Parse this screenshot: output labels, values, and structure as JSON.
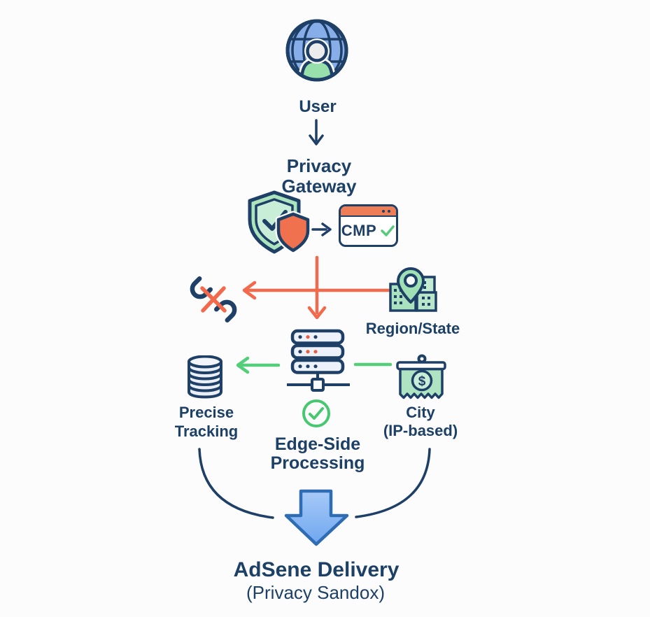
{
  "nodes": {
    "user": {
      "label": "User"
    },
    "privacy_gateway": {
      "line1": "Privacy",
      "line2": "Gateway"
    },
    "cmp": {
      "label": "CMP"
    },
    "region_state": {
      "label": "Region/State"
    },
    "precise_tracking": {
      "line1": "Precise",
      "line2": "Tracking"
    },
    "edge_processing": {
      "line1": "Edge-Side",
      "line2": "Processing"
    },
    "city_ip": {
      "line1": "City",
      "line2": "(IP-based)",
      "currency": "$"
    },
    "delivery": {
      "line1": "AdSene Delivery",
      "line2": "(Privacy Sandox)"
    }
  },
  "edges": [
    {
      "from": "User",
      "to": "Privacy Gateway",
      "color": "navy",
      "arrow": true
    },
    {
      "from": "Shields",
      "to": "CMP",
      "color": "navy",
      "arrow": true
    },
    {
      "from": "Privacy Gateway",
      "to": "Edge-Side Processing",
      "color": "red_orange",
      "arrow": true
    },
    {
      "from": "Region/State",
      "to": "Broken link (blocked)",
      "color": "red_orange",
      "arrow": true
    },
    {
      "from": "Edge-Side Processing",
      "to": "Precise Tracking",
      "color": "green",
      "arrow": true
    },
    {
      "from": "City (IP-based)",
      "to": "Edge-Side Processing",
      "color": "green",
      "arrow": false
    },
    {
      "from": "Precise Tracking",
      "to": "AdSene Delivery",
      "color": "navy",
      "arrow": false,
      "style": "curve"
    },
    {
      "from": "City (IP-based)",
      "to": "AdSene Delivery",
      "color": "navy",
      "arrow": false,
      "style": "curve"
    },
    {
      "from": "Edge-Side Processing",
      "to": "AdSene Delivery",
      "color": "blue",
      "arrow": true,
      "style": "big-arrow"
    }
  ],
  "icons": {
    "globe-user-icon": "blue globe with person silhouette",
    "shield-check-icon": "green shield with checkmark",
    "orange-shield-icon": "small orange shield",
    "browser-window-icon": "browser window with orange title bar and CMP label",
    "cmp-check-icon": "green checkmark",
    "broken-link-icon": "broken chain links crossed by red X",
    "map-pin-buildings-icon": "location pin over green buildings",
    "server-rack-icon": "three-tier server stack with network node",
    "check-circle-icon": "green circled checkmark",
    "database-icon": "stacked database cylinder",
    "money-banner-icon": "hanging banner with dollar coin",
    "big-down-arrow-icon": "large blue downward arrow"
  },
  "colors": {
    "navy": "#1e3f66",
    "text": "#1d4067",
    "red_orange": "#f2694b",
    "green": "#55ce7a",
    "check_green": "#47c870",
    "shield_green_fill": "#abe4bd",
    "orange_fill": "#f0714d",
    "cmp_header_orange": "#ef7e57",
    "globe_blue": "#88aeea",
    "person_green": "#97dfab",
    "blue_arrow_fill": "#8fbcf3",
    "blue_arrow_stroke": "#2e6cb3",
    "background": "#fcfcfd"
  }
}
